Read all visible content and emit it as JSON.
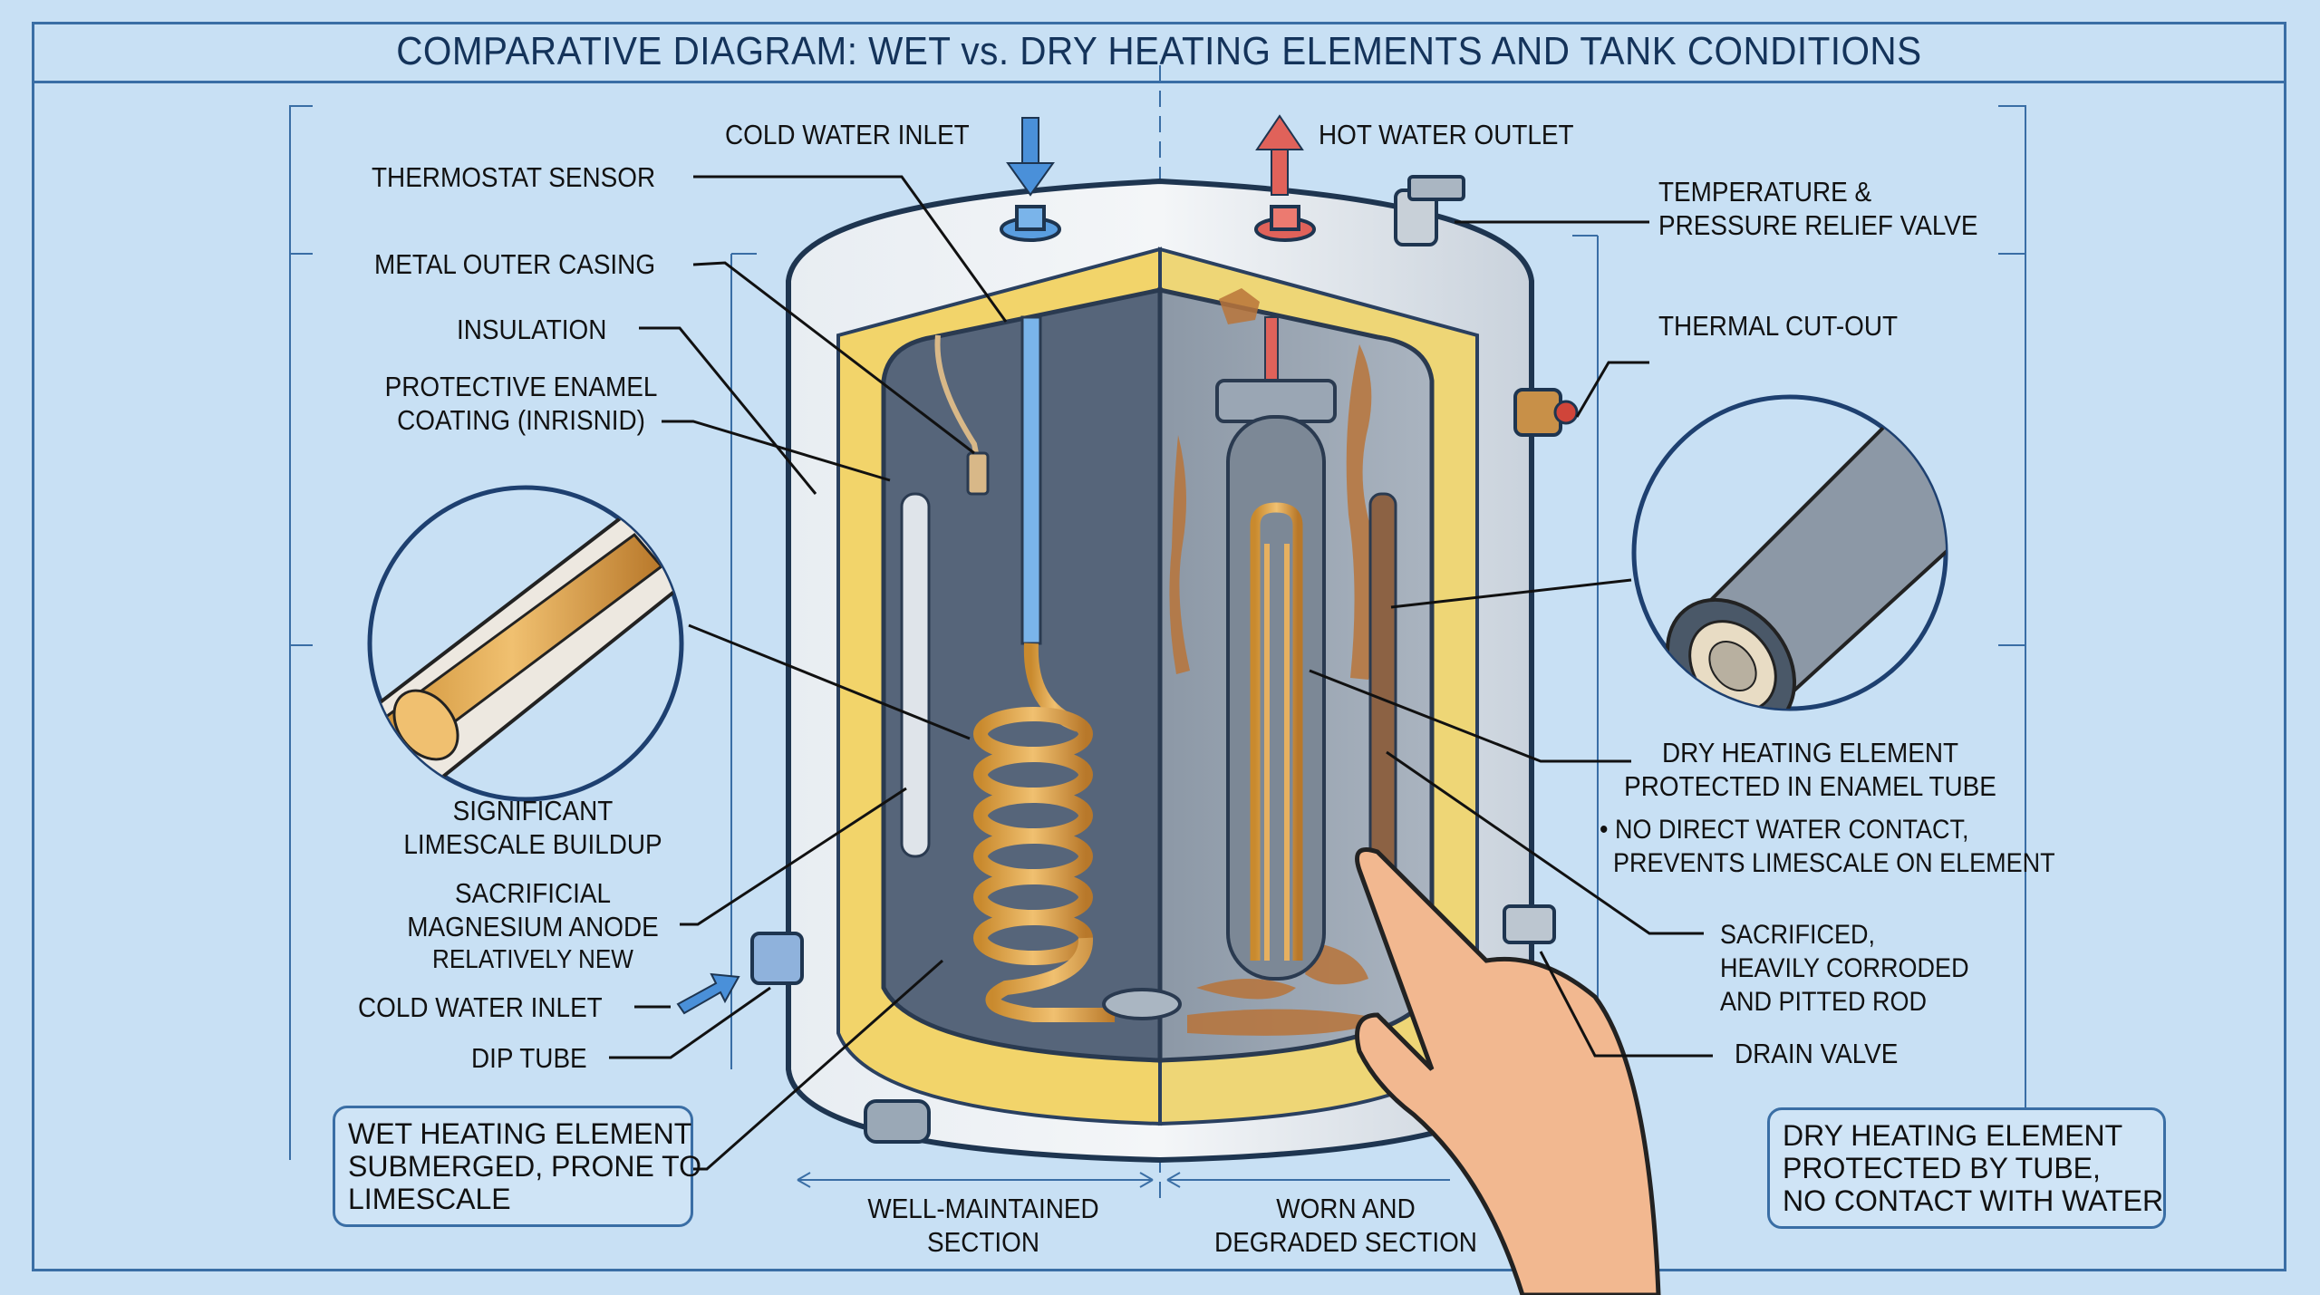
{
  "title": "COMPARATIVE DIAGRAM: WET vs. DRY HEATING ELEMENTS AND TANK CONDITIONS",
  "colors": {
    "background": "#c8e0f4",
    "frame": "#3a6ea5",
    "title_text": "#14335a",
    "cold_arrow": "#4a90d9",
    "hot_arrow": "#e0625a",
    "insulation": "#f2d46a",
    "copper": "#e0a040",
    "rust": "#b8743a",
    "tank_interior": "#5a6878"
  },
  "left_labels": {
    "cold_water_inlet_top": "COLD WATER INLET",
    "thermostat_sensor": "THERMOSTAT SENSOR",
    "metal_outer_casing": "METAL OUTER CASING",
    "insulation": "INSULATION",
    "protective_enamel": "PROTECTIVE ENAMEL\nCOATING (INRISNID)",
    "limescale": "SIGNIFICANT\nLIMESCALE BUILDUP",
    "anode": "SACRIFICIAL\nMAGNESIUM ANODE",
    "anode_note": "RELATIVELY NEW",
    "cold_water_inlet_side": "COLD WATER INLET",
    "dip_tube": "DIP TUBE"
  },
  "right_labels": {
    "hot_water_outlet": "HOT WATER OUTLET",
    "tp_valve": "TEMPERATURE &\nPRESSURE RELIEF VALVE",
    "thermal_cutout": "THERMAL CUT-OUT",
    "dry_element": "DRY HEATING ELEMENT\nPROTECTED IN ENAMEL TUBE",
    "dry_element_bullet": "• NO DIRECT WATER CONTACT,\n  PREVENTS LIMESCALE ON ELEMENT",
    "sacrificed_rod": "SACRIFICED,\nHEAVILY CORRODED\nAND PITTED ROD",
    "drain_valve": "DRAIN VALVE"
  },
  "boxes": {
    "wet_element": "WET HEATING ELEMENT\nSUBMERGED, PRONE TO\nLIMESCALE",
    "dry_element": "DRY HEATING ELEMENT\nPROTECTED BY TUBE,\nNO CONTACT WITH WATER"
  },
  "sections": {
    "left": "WELL-MAINTAINED\nSECTION",
    "right": "WORN AND\nDEGRADED SECTION"
  },
  "icons": [
    "cold-water-arrow-icon",
    "hot-water-arrow-icon",
    "limescale-pipe-magnifier-icon",
    "enamel-tube-magnifier-icon",
    "pointing-hand-icon"
  ]
}
